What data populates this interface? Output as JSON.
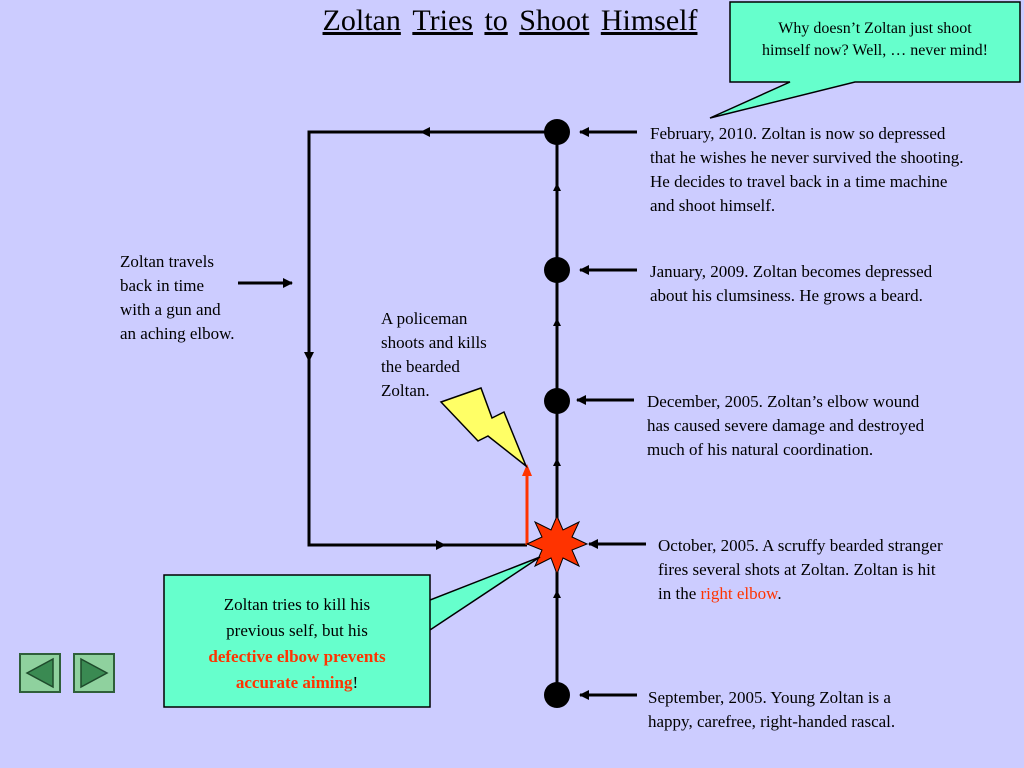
{
  "title": {
    "words": [
      "Zoltan",
      "Tries",
      "to",
      "Shoot",
      "Himself"
    ]
  },
  "callout_top": {
    "line1": "Why doesn’t Zoltan just shoot",
    "line2": "himself now? Well, … never mind!"
  },
  "events": {
    "feb2010": {
      "lines": [
        "February, 2010. Zoltan is now so depressed",
        "that he wishes he never survived the shooting.",
        "He decides to travel back in a time machine",
        "and shoot himself."
      ]
    },
    "jan2009": {
      "lines": [
        "January, 2009. Zoltan becomes depressed",
        "about his clumsiness. He grows a beard."
      ]
    },
    "dec2005": {
      "lines": [
        "December, 2005. Zoltan’s elbow wound",
        "has caused severe damage and destroyed",
        "much of his natural coordination."
      ]
    },
    "oct2005": {
      "line1": "October, 2005. A scruffy bearded stranger",
      "line2": "fires several shots at Zoltan. Zoltan is hit",
      "line3_prefix": "in the ",
      "line3_highlight": "right elbow",
      "line3_suffix": "."
    },
    "sep2005": {
      "lines": [
        "September, 2005. Young Zoltan is a",
        "happy, carefree, right-handed rascal."
      ]
    }
  },
  "travel_label": {
    "lines": [
      "Zoltan travels",
      "back in time",
      "with a gun and",
      "an aching elbow."
    ]
  },
  "policeman_label": {
    "lines": [
      "A policeman",
      "shoots and kills",
      "the bearded",
      "Zoltan."
    ]
  },
  "callout_bottom": {
    "line1": "Zoltan tries to kill his",
    "line2": "previous self, but his",
    "highlight1": "defective elbow prevents",
    "highlight2": "accurate aiming",
    "suffix": "!"
  },
  "colors": {
    "background": "#ccccff",
    "callout": "#66ffcc",
    "accent": "#ff3300",
    "lightning": "#ffff66",
    "nav_button": "#8fd19e"
  },
  "icons": {
    "nav_prev": "triangle-left-icon",
    "nav_next": "triangle-right-icon"
  }
}
